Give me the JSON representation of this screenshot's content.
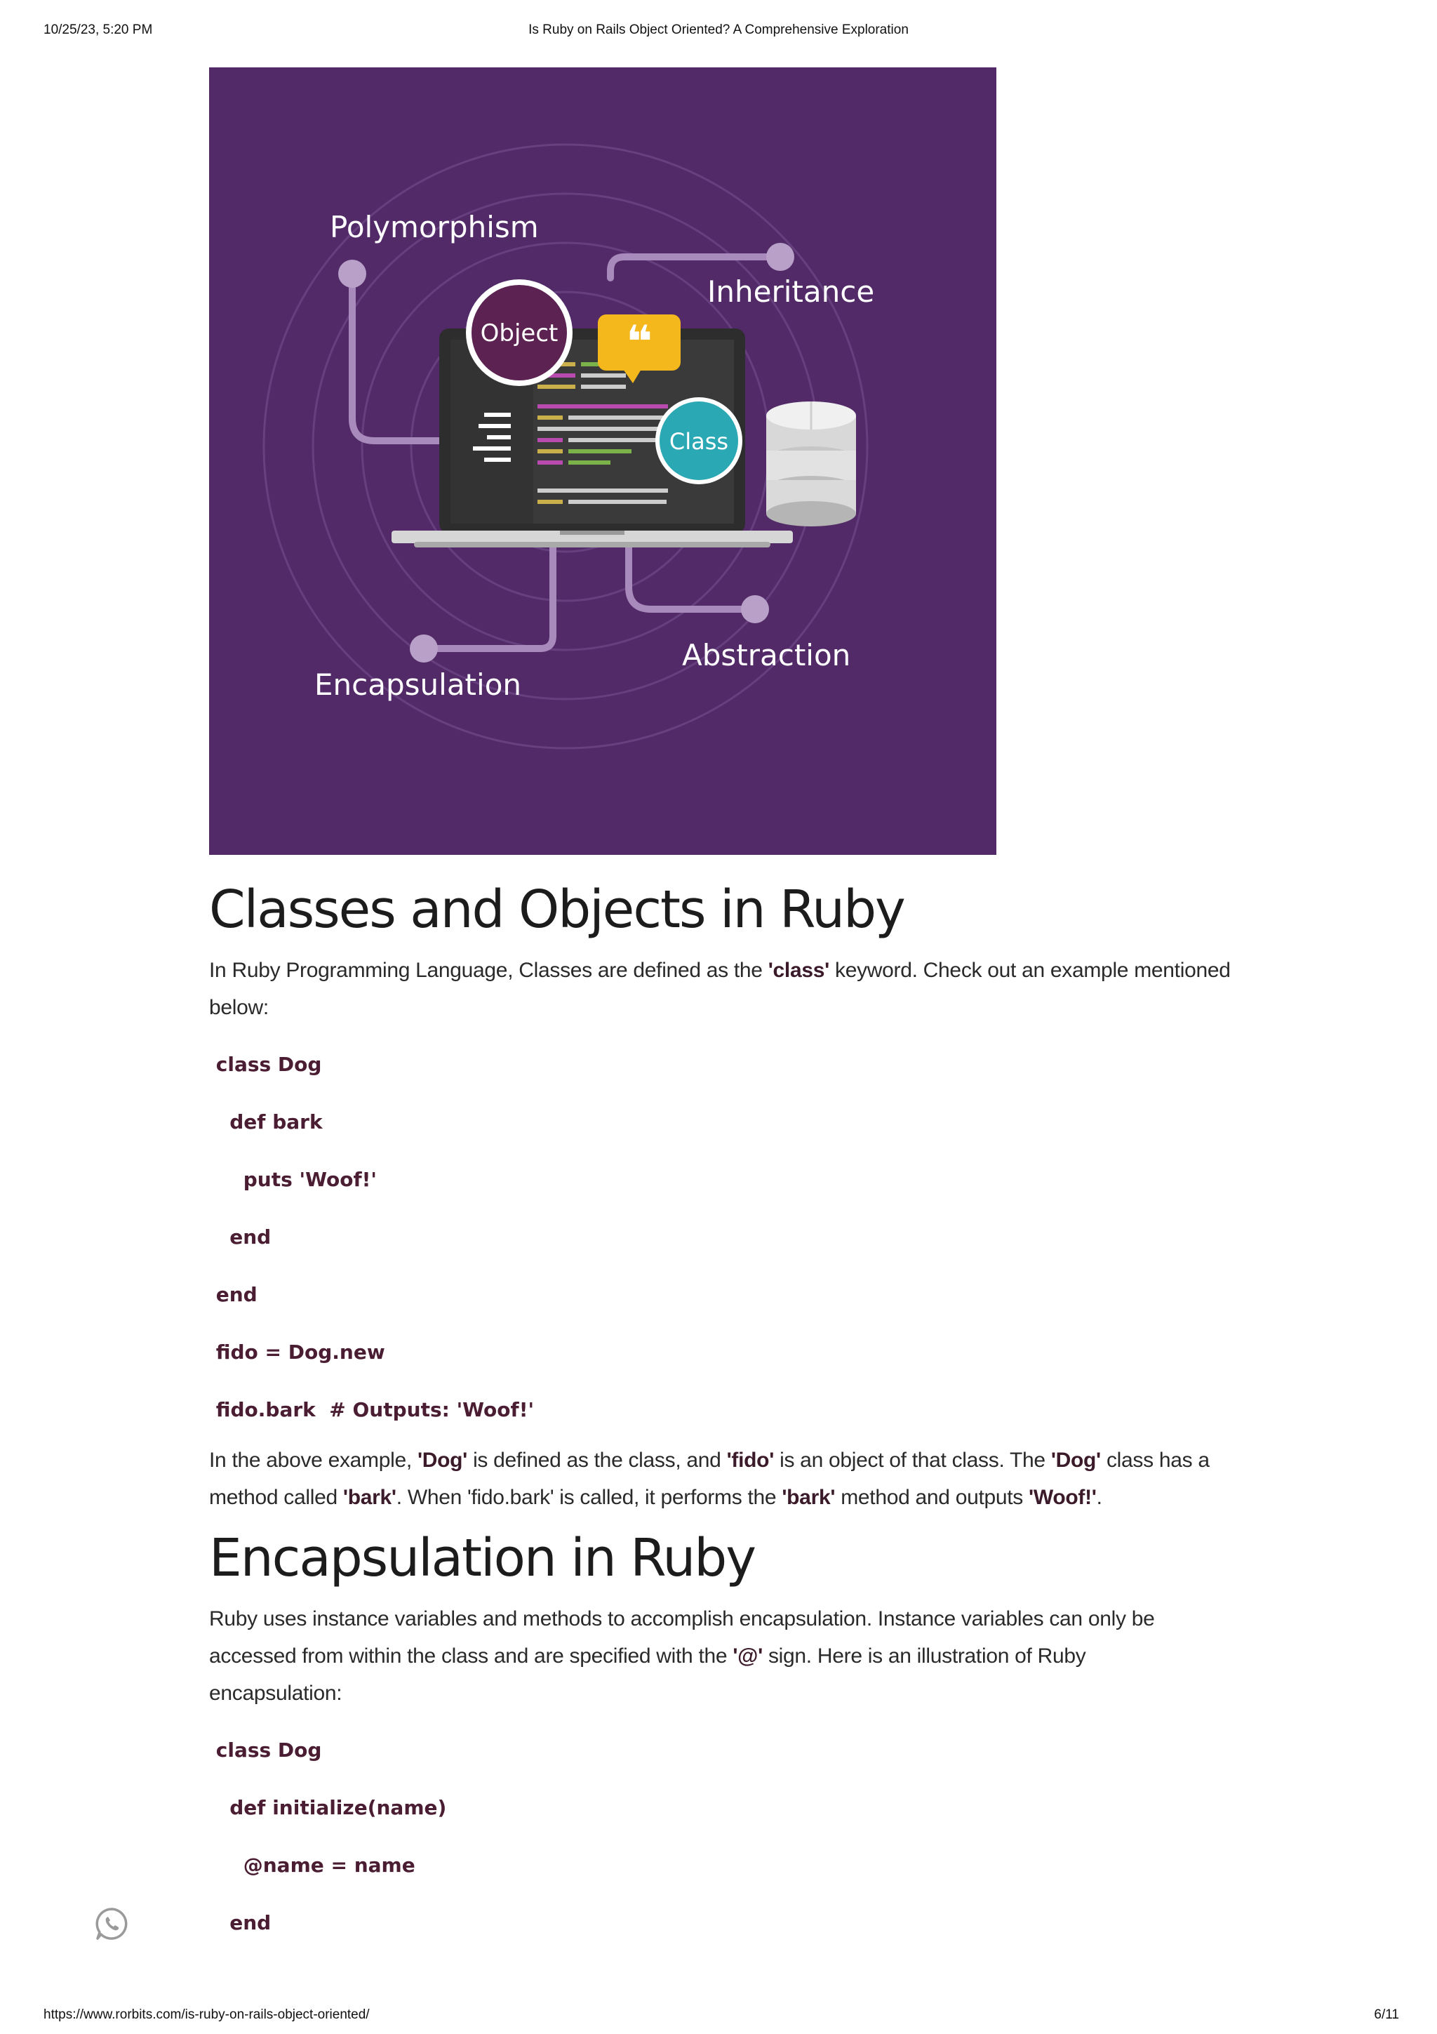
{
  "print_header": {
    "datetime": "10/25/23, 5:20 PM",
    "title": "Is Ruby on Rails Object Oriented? A Comprehensive Exploration"
  },
  "print_footer": {
    "url": "https://www.rorbits.com/is-ruby-on-rails-object-oriented/",
    "page": "6/11"
  },
  "hero_image": {
    "labels": {
      "polymorphism": "Polymorphism",
      "object": "Object",
      "inheritance": "Inheritance",
      "class": "Class",
      "abstraction": "Abstraction",
      "encapsulation": "Encapsulation"
    },
    "colors": {
      "background": "#522a68",
      "accent_yellow": "#f5b81c",
      "accent_teal": "#2aa8b3",
      "object_fill": "#5b2252"
    }
  },
  "section1": {
    "heading": "Classes and Objects in Ruby",
    "intro": {
      "pre": "In Ruby Programming Language, Classes are defined as the ",
      "kw": "'class'",
      "post_line1": " keyword. Check out an example mentioned",
      "line2": "below:"
    },
    "code": [
      " class Dog",
      "   def bark",
      "     puts 'Woof!'",
      "   end",
      " end",
      " fido = Dog.new",
      " fido.bark  # Outputs: 'Woof!'"
    ],
    "explanation": {
      "t1": "In the above example, ",
      "k1": "'Dog'",
      "t2": " is defined as the class, and ",
      "k2": "'fido'",
      "t3": " is an object of that class. The ",
      "k3": "'Dog'",
      "t4": " class has a",
      "t5": "method called ",
      "k4": "'bark'",
      "t6": ". When 'fido.bark' is called, it performs the ",
      "k5": "'bark'",
      "t7": " method and outputs ",
      "k6": "'Woof!'",
      "t8": "."
    }
  },
  "section2": {
    "heading": "Encapsulation in Ruby",
    "intro": {
      "line1": "Ruby uses instance variables and methods to accomplish encapsulation. Instance variables can only be",
      "pre2": "accessed from within the class and are specified with the ",
      "kw": "'@'",
      "post2": " sign. Here is an illustration of Ruby",
      "line3": "encapsulation:"
    },
    "code": [
      " class Dog",
      "   def initialize(name)",
      "     @name = name",
      "   end"
    ]
  },
  "whatsapp": {
    "icon": "whatsapp-icon"
  }
}
